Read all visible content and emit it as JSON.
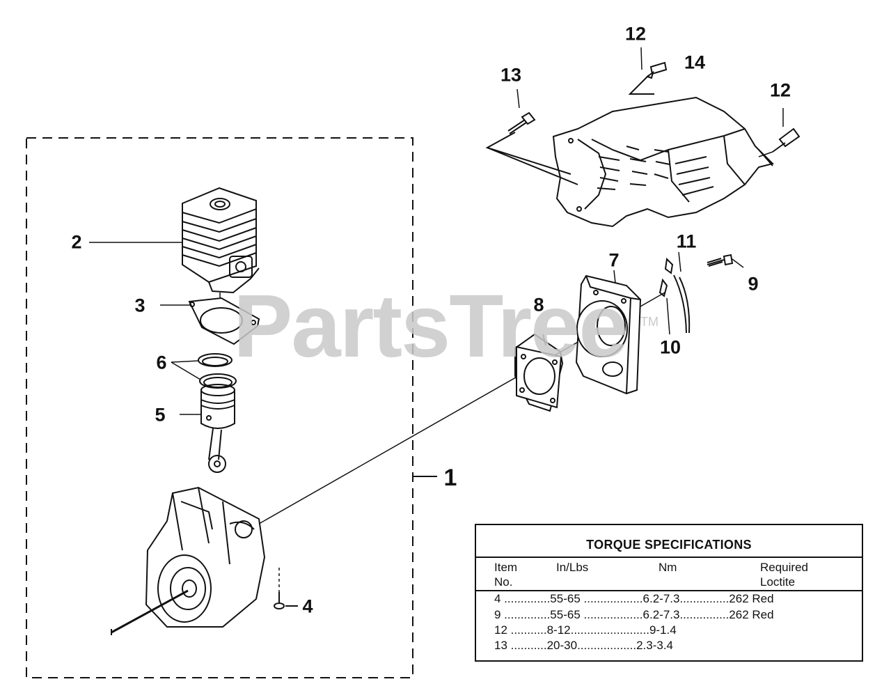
{
  "diagram": {
    "callouts": [
      {
        "id": "1",
        "label": "1"
      },
      {
        "id": "2",
        "label": "2"
      },
      {
        "id": "3",
        "label": "3"
      },
      {
        "id": "4",
        "label": "4"
      },
      {
        "id": "5",
        "label": "5"
      },
      {
        "id": "6",
        "label": "6"
      },
      {
        "id": "7",
        "label": "7"
      },
      {
        "id": "8",
        "label": "8"
      },
      {
        "id": "9",
        "label": "9"
      },
      {
        "id": "10",
        "label": "10"
      },
      {
        "id": "11",
        "label": "11"
      },
      {
        "id": "12a",
        "label": "12"
      },
      {
        "id": "12b",
        "label": "12"
      },
      {
        "id": "13",
        "label": "13"
      },
      {
        "id": "14",
        "label": "14"
      }
    ],
    "watermark": "PartsTree",
    "watermark_tm": "TM"
  },
  "torque_table": {
    "title": "TORQUE SPECIFICATIONS",
    "headers": {
      "item": "Item\nNo.",
      "inlbs": "In/Lbs",
      "nm": "Nm",
      "loctite": "Required\nLoctite"
    },
    "rows": [
      "4 ..............55-65 ..................6.2-7.3...............262 Red",
      "9 ..............55-65 ..................6.2-7.3...............262 Red",
      "12 ...........8-12........................9-1.4",
      "13 ...........20-30..................2.3-3.4"
    ]
  }
}
